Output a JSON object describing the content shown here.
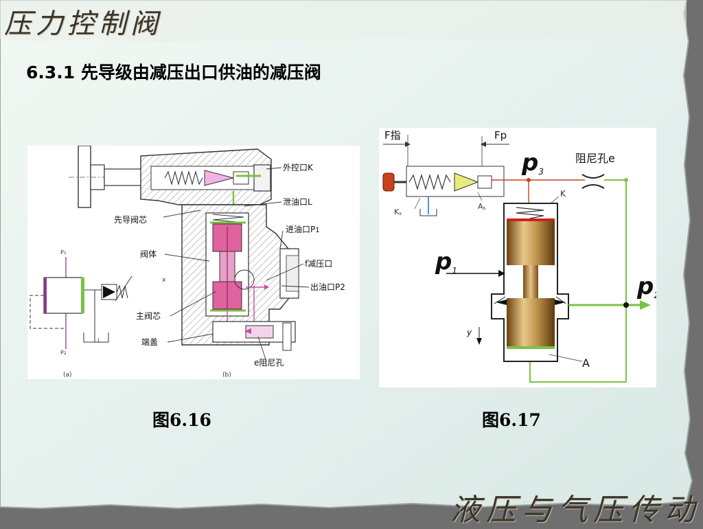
{
  "header": {
    "title": "压力控制阀"
  },
  "heading": "6.3.1 先导级由减压出口供油的减压阀",
  "footer": {
    "text": "液压与气压传动"
  },
  "fig16": {
    "caption": "图6.16",
    "labels": {
      "k": "外控口K",
      "l": "泄油口L",
      "pilot": "先导阀芯",
      "p1": "进油口P",
      "p1_sub": "1",
      "body": "阀体",
      "f": "f减压口",
      "p2": "出油口P2",
      "main": "主阀芯",
      "cover": "端盖",
      "e": "e阻尼孔",
      "a": "(a)",
      "b": "(b)",
      "sym_p1": "P",
      "sym_p1_sub": "1",
      "sym_p2": "P",
      "sym_p2_sub": "2",
      "sym_l": "L",
      "x": "x"
    }
  },
  "fig17": {
    "caption": "图6.17",
    "labels": {
      "fz": "F指",
      "fp": "Fp",
      "p3": "p",
      "p3_sub": "3",
      "orifice": "阻尼孔e",
      "k": "K",
      "ks": "K",
      "ks_sub": "s",
      "as": "A",
      "as_sub": "s",
      "p1": "p",
      "p1_sub": "1",
      "p2": "p",
      "p2_sub": "2",
      "y": "y",
      "a": "A"
    }
  }
}
